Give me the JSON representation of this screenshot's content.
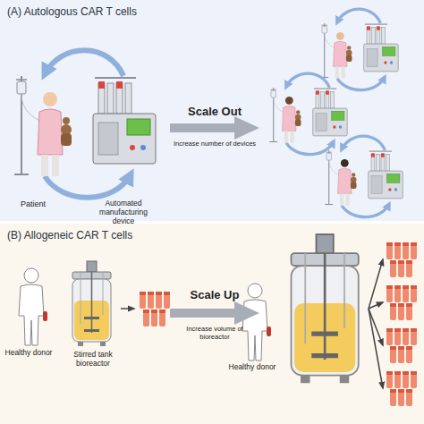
{
  "diagram": {
    "nodes": [
      {
        "text": [
          "(A) Autologous CAR T cells"
        ]
      },
      {
        "text": [
          "(B) Allogeneic CAR T cells"
        ]
      }
    ],
    "labels": [
      "Patient",
      "Automated manufacturing device",
      "Scale Out",
      "Increase number of devices",
      "Healthy donor",
      "Stirred tank bioreactor",
      "Scale Up",
      "Increase volume of bioreactor",
      "Healthy donor"
    ]
  }
}
